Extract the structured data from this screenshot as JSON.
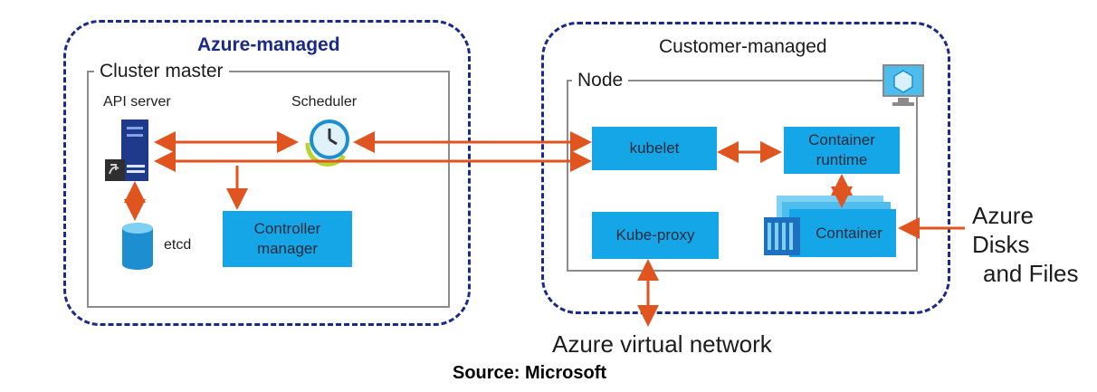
{
  "regions": {
    "azure_managed": {
      "title": "Azure-managed"
    },
    "customer_managed": {
      "title": "Customer-managed"
    }
  },
  "cluster_master": {
    "title": "Cluster master",
    "api_server": "API server",
    "scheduler": "Scheduler",
    "etcd": "etcd",
    "controller_manager": "Controller manager"
  },
  "node": {
    "title": "Node",
    "kubelet": "kubelet",
    "container_runtime": "Container runtime",
    "kube_proxy": "Kube-proxy",
    "container": "Container"
  },
  "external": {
    "azure_disks_line1": "Azure Disks",
    "azure_disks_line2": "and Files",
    "azure_vnet": "Azure virtual network"
  },
  "caption": "Source: Microsoft",
  "colors": {
    "region_border": "#1a2a8c",
    "component_fill": "#15a6e8",
    "arrow": "#e0541f",
    "frame": "#8c8c8c"
  }
}
